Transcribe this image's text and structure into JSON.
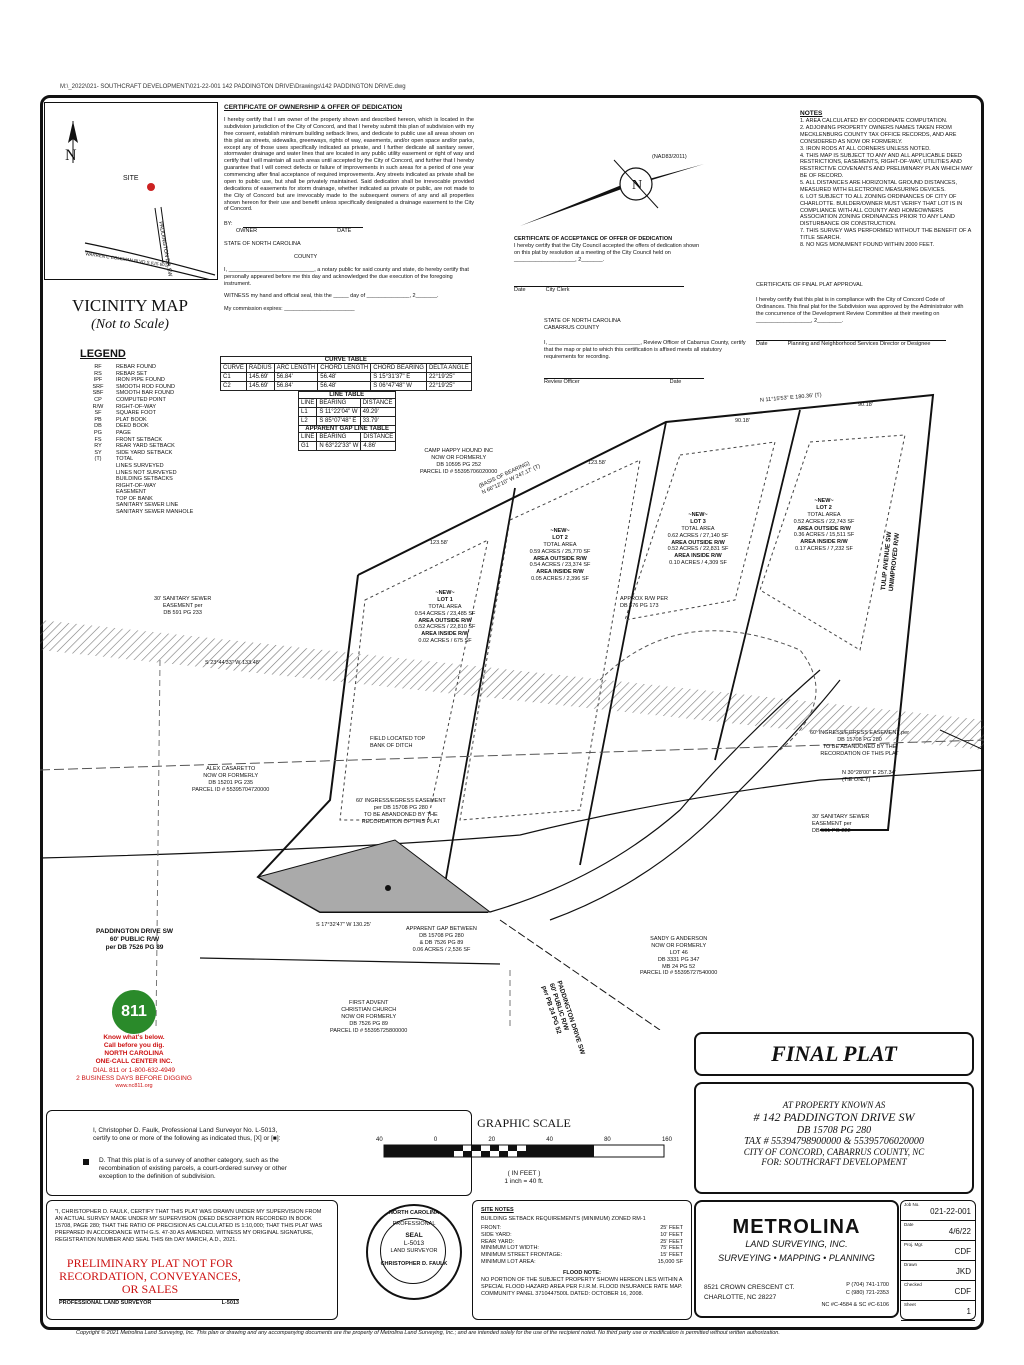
{
  "file_path": "M:\\_2022\\021- SOUTHCRAFT DEVELOPMENT\\021-22-001 142 PADDINGTON DRIVE\\Drawings\\142 PADDINGTON DRIVE.dwg",
  "vicinity": {
    "title": "VICINITY MAP",
    "subtitle": "(Not to Scale)",
    "north": "N",
    "site": "SITE",
    "road1": "PADDINGTON DR SW",
    "road2": "WARREN C COLEMAN BLVD S (US 601)"
  },
  "legend": {
    "title": "LEGEND",
    "items": [
      {
        "abbr": "RF",
        "label": "REBAR FOUND"
      },
      {
        "abbr": "RS",
        "label": "REBAR SET"
      },
      {
        "abbr": "IPF",
        "label": "IRON PIPE FOUND"
      },
      {
        "abbr": "SRF",
        "label": "SMOOTH ROD FOUND"
      },
      {
        "abbr": "SBF",
        "label": "SMOOTH BAR FOUND"
      },
      {
        "abbr": "CP",
        "label": "COMPUTED POINT"
      },
      {
        "abbr": "R/W",
        "label": "RIGHT-OF-WAY"
      },
      {
        "abbr": "SF",
        "label": "SQUARE FOOT"
      },
      {
        "abbr": "PB",
        "label": "PLAT BOOK"
      },
      {
        "abbr": "DB",
        "label": "DEED BOOK"
      },
      {
        "abbr": "PG",
        "label": "PAGE"
      },
      {
        "abbr": "FS",
        "label": "FRONT SETBACK"
      },
      {
        "abbr": "RY",
        "label": "REAR YARD SETBACK"
      },
      {
        "abbr": "SY",
        "label": "SIDE YARD SETBACK"
      },
      {
        "abbr": "(T)",
        "label": "TOTAL"
      },
      {
        "abbr": "",
        "label": "LINES SURVEYED"
      },
      {
        "abbr": "",
        "label": "LINES NOT SURVEYED"
      },
      {
        "abbr": "",
        "label": "BUILDING SETBACKS"
      },
      {
        "abbr": "",
        "label": "RIGHT-OF-WAY"
      },
      {
        "abbr": "",
        "label": "EASEMENT"
      },
      {
        "abbr": "",
        "label": "TOP OF BANK"
      },
      {
        "abbr": "",
        "label": "SANITARY SEWER LINE"
      },
      {
        "abbr": "",
        "label": "SANITARY SEWER MANHOLE"
      }
    ]
  },
  "certificate": {
    "title": "CERTIFICATE OF OWNERSHIP & OFFER OF DEDICATION",
    "body": "I hereby certify that I am owner of the property shown and described hereon, which is located in the subdivision jurisdiction of the City of Concord, and that I hereby submit this plan of subdivision with my free consent, establish minimum building setback lines, and dedicate to public use all areas shown on this plat as streets, sidewalks, greenways, rights of way, easements, and/or open space and/or parks, except any of those uses specifically indicated as private, and I further dedicate all sanitary sewer, stormwater drainage and water lines that are located in any public utility easement or right of way and certify that I will maintain all such areas until accepted by the City of Concord, and further that I hereby guarantee that I will correct defects or failure of improvements in such areas for a period of one year commencing after final acceptance of required improvements. Any streets indicated as private shall be open to public use, but shall be privately maintained. Said dedication shall be irrevocable provided dedications of easements for storm drainage, whether indicated as private or public, are not made to the City of Concord but are irrevocably made to the subsequent owners of any and all properties shown hereon for their use and benefit unless specifically designated a drainage easement to the City of Concord.",
    "by": "BY:",
    "owner": "OWNER",
    "date": "DATE",
    "state": "STATE OF NORTH CAROLINA",
    "county": "COUNTY",
    "notary": "I, ____________________________, a notary public for said county and state, do hereby certify that personally appeared before me this day and acknowledged the due execution of the foregoing instrument.",
    "witness": "WITNESS my hand and official seal, this the _____ day of ______________, 2_______.",
    "commission": "My commission expires: _______________________"
  },
  "acceptance": {
    "title": "CERTIFICATE OF ACCEPTANCE OF OFFER OF DEDICATION",
    "body": "I hereby certify that the City Council accepted the offers of dedication shown on this plat by resolution at a meeting of the City Council held on ____________________, 2_______.",
    "date": "Date",
    "clerk": "City Clerk"
  },
  "review": {
    "state": "STATE OF NORTH CAROLINA",
    "county": "CABARRUS COUNTY",
    "body": "I, ______________________________, Review Officer of Cabarrus County, certify that the map or plat to which this certification is affixed meets all statutory requirements for recording.",
    "officer": "Review Officer",
    "date": "Date"
  },
  "final_approval": {
    "title": "CERTIFICATE OF FINAL PLAT APPROVAL",
    "body": "I hereby certify that this plat is in compliance with the City of Concord Code of Ordinances. This final plat for the Subdivision was approved by the Administrator with the concurrence of the Development Review Committee at their meeting on __________________, 2________.",
    "date": "Date",
    "sig": "Planning and Neighborhood Services Director or Designee"
  },
  "notes": {
    "title": "NOTES",
    "items": [
      "1. AREA CALCULATED BY COORDINATE COMPUTATION.",
      "2. ADJOINING PROPERTY OWNERS NAMES TAKEN FROM MECKLENBURG COUNTY TAX OFFICE RECORDS, AND ARE CONSIDERED AS NOW OR FORMERLY.",
      "3. IRON RODS AT ALL CORNERS UNLESS NOTED.",
      "4. THIS MAP IS SUBJECT TO ANY AND ALL APPLICABLE DEED RESTRICTIONS, EASEMENTS, RIGHT-OF-WAY, UTILITIES AND RESTRICTIVE COVENANTS AND PRELIMINARY PLAN WHICH MAY BE OF RECORD.",
      "5. ALL DISTANCES ARE HORIZONTAL GROUND DISTANCES, MEASURED WITH ELECTRONIC MEASURING DEVICES.",
      "6. LOT SUBJECT TO ALL ZONING ORDINANCES OF CITY OF CHARLOTTE. BUILDER/OWNER MUST VERIFY THAT LOT IS IN COMPLIANCE WITH ALL COUNTY AND HOMEOWNERS ASSOCIATION ZONING ORDINANCES PRIOR TO ANY LAND DISTURBANCE OR CONSTRUCTION.",
      "7. THIS SURVEY WAS PERFORMED WITHOUT THE BENEFIT OF A TITLE SEARCH.",
      "8. NO NGS MONUMENT FOUND WITHIN 2000 FEET."
    ]
  },
  "curve_table": {
    "title": "CURVE TABLE",
    "headers": [
      "CURVE",
      "RADIUS",
      "ARC LENGTH",
      "CHORD LENGTH",
      "CHORD BEARING",
      "DELTA ANGLE"
    ],
    "rows": [
      [
        "C1",
        "145.69'",
        "56.84'",
        "56.48'",
        "S 15°31'37\" E",
        "22°19'25\""
      ],
      [
        "C2",
        "145.69'",
        "56.84'",
        "56.48'",
        "S 06°47'48\" W",
        "22°19'25\""
      ]
    ]
  },
  "line_table": {
    "title": "LINE TABLE",
    "headers": [
      "LINE",
      "BEARING",
      "DISTANCE"
    ],
    "rows": [
      [
        "L1",
        "S 11°22'04\" W",
        "49.29'"
      ],
      [
        "L2",
        "S 85°07'48\" E",
        "33.79'"
      ]
    ]
  },
  "gap_table": {
    "title": "APPARENT GAP LINE TABLE",
    "headers": [
      "LINE",
      "BEARING",
      "DISTANCE"
    ],
    "rows": [
      [
        "G1",
        "N 63°22'33\" W",
        "4.86'"
      ]
    ]
  },
  "map": {
    "nad": "(NAD83/2011)",
    "lots": [
      {
        "title": "~NEW~",
        "lot": "LOT 1",
        "lines": [
          "TOTAL AREA",
          "0.54 ACRES / 23,485 SF",
          "AREA OUTSIDE R/W",
          "0.52 ACRES / 22,810 SF",
          "AREA INSIDE R/W",
          "0.02 ACRES / 675 SF"
        ]
      },
      {
        "title": "~NEW~",
        "lot": "LOT 2",
        "lines": [
          "TOTAL AREA",
          "0.59 ACRES / 25,770 SF",
          "AREA OUTSIDE R/W",
          "0.54 ACRES / 23,374 SF",
          "AREA INSIDE R/W",
          "0.05 ACRES / 2,396 SF"
        ]
      },
      {
        "title": "~NEW~",
        "lot": "LOT 3",
        "lines": [
          "TOTAL AREA",
          "0.62 ACRES / 27,140 SF",
          "AREA OUTSIDE R/W",
          "0.52 ACRES / 22,831 SF",
          "AREA INSIDE R/W",
          "0.10 ACRES / 4,309 SF"
        ]
      },
      {
        "title": "~NEW~",
        "lot": "LOT 2",
        "lines": [
          "TOTAL AREA",
          "0.52 ACRES / 22,743 SF",
          "AREA OUTSIDE R/W",
          "0.36 ACRES / 15,511 SF",
          "AREA INSIDE R/W",
          "0.17 ACRES / 7,232 SF"
        ]
      }
    ],
    "labels": {
      "camp": "CAMP HAPPY HOUND INC\nNOW OR FORMERLY\nDB 10595 PG 252\nPARCEL ID # 55395706020000",
      "basis": "(BASIS OF BEARING)\nN 66°12'10\" W 247.17' (T)",
      "top_bearing": "N 11°15'53\" E 180.36' (T)",
      "d1": "90.18'",
      "d2": "90.18'",
      "d3": "123.58'",
      "d4": "123.58'",
      "sewer_ease": "30' SANITARY SEWER\nEASEMENT per\nDB 591 PG 233",
      "s23": "S 23°44'33\" W 133.48'",
      "field": "FIELD LOCATED TOP\nBANK OF DITCH",
      "alex": "ALEX CASARETTO\nNOW OR FORMERLY\nDB 15201 PG 235\nPARCEL ID # 55395704720000",
      "ingress": "60' INGRESS/EGRESS EASEMENT\nper DB 15708 PG 280\nTO BE ABANDONED BY THE\nRECORDATION OF THIS PLAT",
      "ingress2": "60' INGRESS/EGRESS EASEMENT per\nDB 15708 PG 280\nTO BE ABANDONED BY THE\nRECORDATION OF THIS PLAT",
      "n30": "N 30°28'00\" E 257.34'\n(TIE ONLY)",
      "sewer2": "30' SANITARY SEWER\nEASEMENT per\nDB 591 PG 222",
      "tulip": "TULIP AVENUE SW\nUNIMPROVED R/W",
      "approx": "APPROX R/W PER\nDB 576 PG 173",
      "paddington_w": "PADDINGTON DRIVE SW\n60' PUBLIC R/W\nper DB 7526 PG 89",
      "paddington_s": "PADDINGTON DRIVE SW\n60' PUBLIC R/W\nper PB 24 PG 52",
      "gap": "APPARENT GAP BETWEEN\nDB 15708 PG 280\n& DB 7526 PG 89\n0.06 ACRES / 2,536 SF",
      "s17": "S 17°32'47\" W 130.25'",
      "sandy": "SANDY G ANDERSON\nNOW OR FORMERLY\nLOT 46\nDB 3331 PG 347\nMB 24 PG 52\nPARCEL ID # 55395727540000",
      "church": "FIRST ADVENT\nCHRISTIAN CHURCH\nNOW OR FORMERLY\nDB 7526 PG 89\nPARCEL ID # 55395725800000"
    }
  },
  "dig": {
    "badge": "811",
    "know": "Know what's below.",
    "call": "Call before you dig.",
    "nc": "NORTH CAROLINA",
    "center": "ONE-CALL CENTER INC.",
    "dial": "DIAL 811 or 1-800-632-4949",
    "days": "2 BUSINESS DAYS BEFORE DIGGING",
    "web": "www.nc811.org"
  },
  "scale": {
    "title": "GRAPHIC SCALE",
    "ticks": [
      "40",
      "0",
      "20",
      "40",
      "80",
      "160"
    ],
    "unit": "( IN FEET )",
    "ratio": "1 inch = 40 ft."
  },
  "final": {
    "title": "FINAL PLAT",
    "at": "AT PROPERTY KNOWN AS",
    "address": "# 142 PADDINGTON DRIVE SW",
    "db": "DB 15708 PG 280",
    "tax": "TAX # 55394798900000 & 55395706020000",
    "city": "CITY OF CONCORD, CABARRUS COUNTY, NC",
    "for": "FOR: SOUTHCRAFT DEVELOPMENT"
  },
  "certify": {
    "intro": "I, Christopher D. Faulk, Professional Land Surveyor No. L-5013, certify to one or more of the following as indicated thus, [X] or [■]:",
    "d": "D.  That this plat is of a survey of another category, such as the recombination of existing parcels, a court-ordered survey or other exception to the definition of subdivision."
  },
  "statement": {
    "text": "\"I, CHRISTOPHER D. FAULK, CERTIFY THAT THIS PLAT WAS DRAWN UNDER MY SUPERVISION FROM AN ACTUAL SURVEY MADE UNDER MY SUPERVISION (DEED DESCRIPTION RECORDED IN BOOK 15708, PAGE 280; THAT THE RATIO OF PRECISION AS CALCULATED IS 1:10,000; THAT THIS PLAT WAS PREPARED IN ACCORDANCE WITH G.S. 47-30 AS AMENDED. WITNESS MY ORIGINAL SIGNATURE, REGISTRATION NUMBER AND SEAL THIS 6th DAY MARCH, A.D., 2021.",
    "stamp": "PRELIMINARY PLAT NOT FOR RECORDATION, CONVEYANCES, OR SALES",
    "pls": "PROFESSIONAL LAND SURVEYOR",
    "lic": "L-5013"
  },
  "seal": {
    "top": "NORTH CAROLINA",
    "prof": "PROFESSIONAL",
    "seal": "SEAL",
    "num": "L-5013",
    "ls": "LAND SURVEYOR",
    "bottom": "CHRISTOPHER D. FAULK"
  },
  "site_data": {
    "title": "SITE NOTES",
    "sub": "BUILDING SETBACK REQUIREMENTS (MINIMUM) ZONED RM-1",
    "rows": [
      [
        "FRONT:",
        "25' FEET"
      ],
      [
        "SIDE YARD:",
        "10' FEET"
      ],
      [
        "REAR YARD:",
        "25' FEET"
      ],
      [
        "MINIMUM LOT WIDTH:",
        "75' FEET"
      ],
      [
        "MINIMUM STREET FRONTAGE:",
        "15' FEET"
      ],
      [
        "MINIMUM LOT AREA:",
        "15,000 SF"
      ]
    ],
    "flood_title": "FLOOD NOTE:",
    "flood": "NO PORTION OF THE SUBJECT PROPERTY SHOWN HEREON LIES WITHIN A SPECIAL FLOOD HAZARD AREA PER F.I.R.M. FLOOD INSURANCE RATE MAP. COMMUNITY PANEL 3710447500L DATED: OCTOBER 16, 2008."
  },
  "company": {
    "name": "METROLINA",
    "sub": "LAND SURVEYING, INC.",
    "tag": "SURVEYING • MAPPING • PLANNING",
    "addr1": "8521 CROWN CRESCENT CT.",
    "addr2": "CHARLOTTE, NC 28227",
    "phone": "P (704) 741-1700",
    "cell": "C (980) 721-2353",
    "lic": "NC #C-4584 & SC #C-6106"
  },
  "job": {
    "rows": [
      {
        "label": "Job No.",
        "value": "021-22-001"
      },
      {
        "label": "Date",
        "value": "4/6/22"
      },
      {
        "label": "Proj. Mgr.",
        "value": "CDF"
      },
      {
        "label": "Drawn",
        "value": "JKD"
      },
      {
        "label": "Checked",
        "value": "CDF"
      },
      {
        "label": "Sheet",
        "value": "1"
      }
    ]
  },
  "copyright": "Copyright © 2021 Metrolina Land Surveying, Inc. This plan or drawing and any accompanying documents are the property of Metrolina Land Surveying, Inc.; and are intended solely for the use of the recipient noted. No third party use or modification is permitted without written authorization."
}
